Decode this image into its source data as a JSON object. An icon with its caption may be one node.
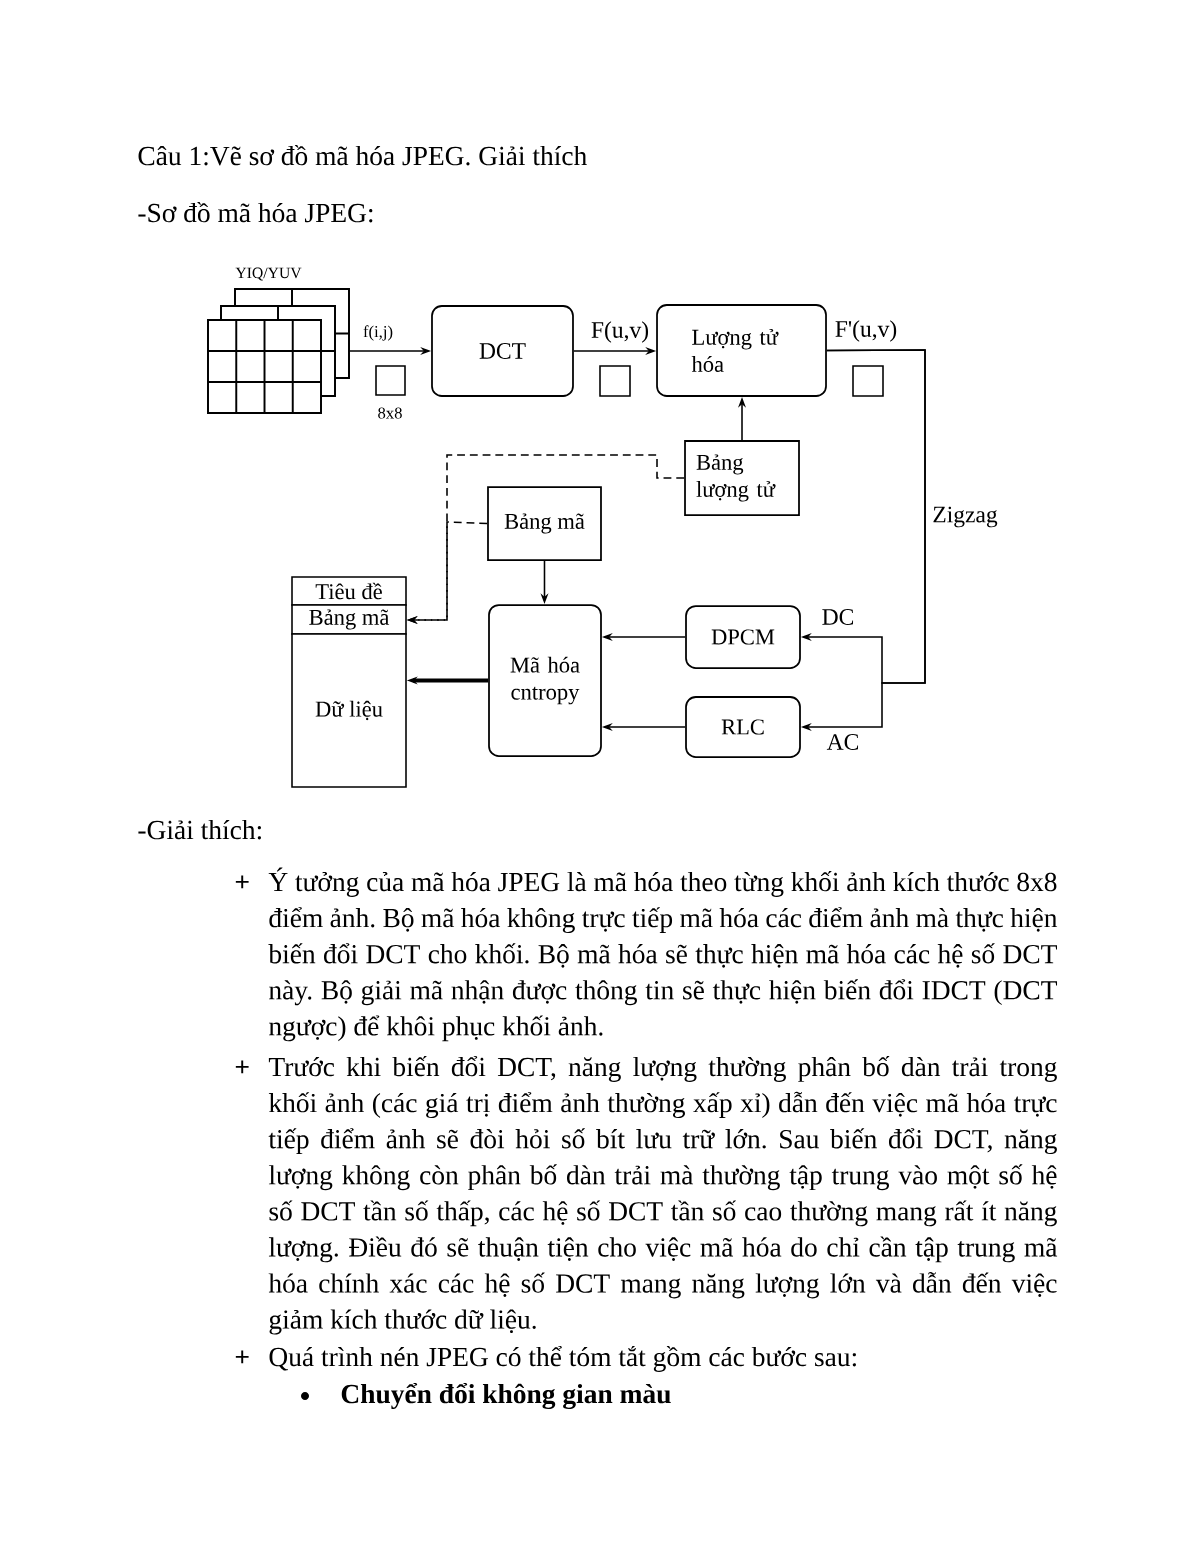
{
  "diagram": {
    "title": "Câu 1:Vẽ sơ đồ mã hóa JPEG. Giải thích",
    "nodes": [
      {
        "text": [
          "YIQ/YUV"
        ]
      },
      {
        "text": [
          "DCT"
        ]
      },
      {
        "text": [
          "Lượng tử hóa"
        ]
      },
      {
        "text": [
          "Bảng lượng tử"
        ]
      },
      {
        "text": [
          "Bảng mã"
        ]
      },
      {
        "text": [
          "Tiêu đề"
        ]
      },
      {
        "text": [
          "Bảng mã"
        ]
      },
      {
        "text": [
          "Dữ liệu"
        ]
      },
      {
        "text": [
          "Mã hóa cntropy"
        ]
      },
      {
        "text": [
          "DPCM"
        ]
      },
      {
        "text": [
          "RLC"
        ]
      }
    ],
    "edges": [
      {
        "from": 0,
        "to": 1,
        "arrow": "to",
        "label": "f(i,j)"
      },
      {
        "from": 1,
        "to": 2,
        "arrow": "to",
        "label": "F(u,v)"
      },
      {
        "from": 2,
        "to": 9,
        "arrow": "to",
        "label": "DC"
      },
      {
        "from": 2,
        "to": 10,
        "arrow": "to",
        "label": "AC"
      },
      {
        "from": 3,
        "to": 2,
        "arrow": "to"
      },
      {
        "from": 3,
        "to": 6,
        "arrow": "to",
        "style": "dashed"
      },
      {
        "from": 4,
        "to": 6,
        "arrow": "to",
        "style": "dashed"
      },
      {
        "from": 4,
        "to": 8,
        "arrow": "to"
      },
      {
        "from": 9,
        "to": 8,
        "arrow": "to"
      },
      {
        "from": 10,
        "to": 8,
        "arrow": "to"
      },
      {
        "from": 8,
        "to": 7,
        "arrow": "to",
        "style": "thick"
      }
    ],
    "labels": [
      "-Sơ đồ mã hóa JPEG:",
      "8x8",
      "F'(u,v)",
      "Zigzag",
      "-Giải thích:",
      "+",
      "Ý tưởng của mã hóa JPEG là mã hóa theo từng khối ảnh kích thước 8x8 điểm ảnh. Bộ mã hóa không trực tiếp mã hóa các điểm ảnh mà thực hiện biến đổi DCT cho khối. Bộ mã hóa sẽ thực hiện mã hóa các hệ số DCT này. Bộ giải mã nhận được thông tin sẽ thực hiện biến đổi IDCT (DCT ngược) để khôi phục khối ảnh.",
      "+",
      "Trước khi biến đổi DCT, năng lượng thường phân bố dàn trải trong khối ảnh (các giá trị điểm ảnh thường xấp xỉ) dẫn đến việc mã hóa trực tiếp điểm ảnh sẽ đòi hỏi số bít lưu trữ lớn. Sau biến đổi DCT, năng lượng không còn phân bố dàn trải mà thường tập trung vào một số hệ số DCT tần số thấp, các hệ số DCT tần số cao thường mang rất ít năng lượng. Điều đó sẽ thuận tiện cho việc mã hóa do chỉ cần tập trung mã hóa chính xác các hệ số DCT mang năng lượng lớn và dẫn đến việc giảm kích thước dữ liệu.",
      "+",
      "Quá trình nén JPEG có thể tóm tắt gồm các bước sau:",
      "Chuyển đổi không gian màu"
    ]
  }
}
